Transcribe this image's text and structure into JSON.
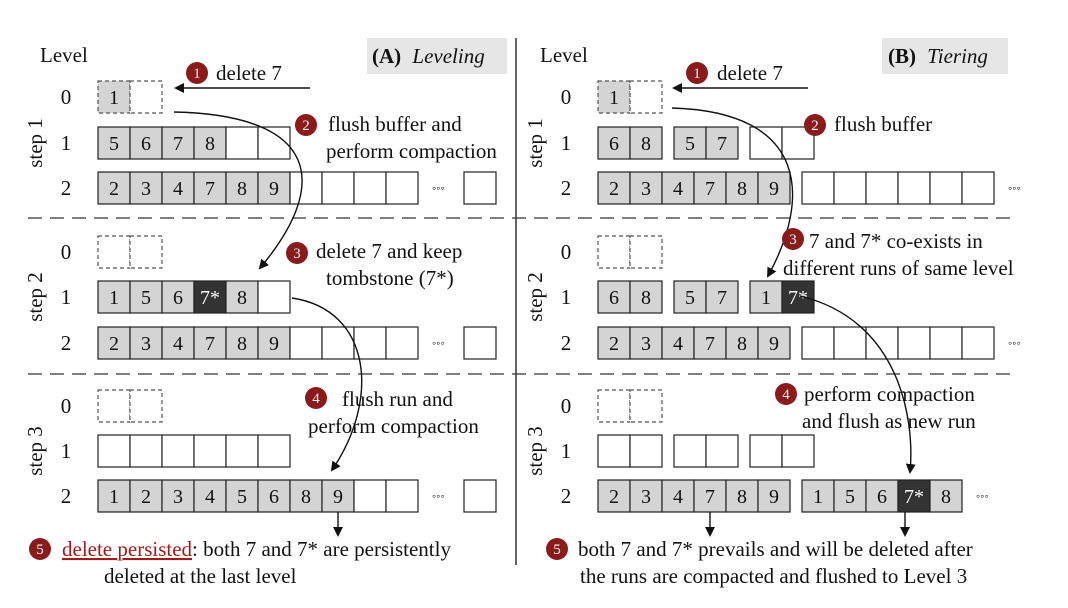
{
  "panels": [
    {
      "id": "A",
      "title_letter": "(A)",
      "title_word": "Leveling",
      "level_header": "Level",
      "steps": [
        {
          "label": "step 1",
          "rows": [
            {
              "level": "0",
              "buffer": true,
              "runs": [
                [
                  "1",
                  ""
                ]
              ]
            },
            {
              "level": "1",
              "runs": [
                [
                  "5",
                  "6",
                  "7",
                  "8",
                  "",
                  ""
                ]
              ]
            },
            {
              "level": "2",
              "runs": [
                [
                  "2",
                  "3",
                  "4",
                  "7",
                  "8",
                  "9",
                  "",
                  "",
                  "",
                  ""
                ]
              ],
              "ellipsis": true,
              "tail_cell": true
            }
          ]
        },
        {
          "label": "step 2",
          "rows": [
            {
              "level": "0",
              "buffer": true,
              "runs": [
                [
                  "",
                  ""
                ]
              ]
            },
            {
              "level": "1",
              "runs": [
                [
                  "1",
                  "5",
                  "6",
                  "7*",
                  "8",
                  ""
                ]
              ],
              "dark": [
                "7*"
              ]
            },
            {
              "level": "2",
              "runs": [
                [
                  "2",
                  "3",
                  "4",
                  "7",
                  "8",
                  "9",
                  "",
                  "",
                  "",
                  ""
                ]
              ],
              "ellipsis": true,
              "tail_cell": true
            }
          ]
        },
        {
          "label": "step 3",
          "rows": [
            {
              "level": "0",
              "buffer": true,
              "runs": [
                [
                  "",
                  ""
                ]
              ]
            },
            {
              "level": "1",
              "runs": [
                [
                  "",
                  "",
                  "",
                  "",
                  "",
                  ""
                ]
              ]
            },
            {
              "level": "2",
              "runs": [
                [
                  "1",
                  "2",
                  "3",
                  "4",
                  "5",
                  "6",
                  "8",
                  "9",
                  "",
                  ""
                ]
              ],
              "ellipsis": true,
              "tail_cell": true
            }
          ]
        }
      ],
      "annotations": [
        {
          "num": "1",
          "lines": [
            "delete 7"
          ]
        },
        {
          "num": "2",
          "lines": [
            "flush buffer and",
            "perform compaction"
          ]
        },
        {
          "num": "3",
          "lines": [
            "delete 7 and keep",
            "tombstone (7*)"
          ]
        },
        {
          "num": "4",
          "lines": [
            "flush run and",
            "perform compaction"
          ]
        },
        {
          "num": "5",
          "highlight": "delete persisted",
          "lines": [
            ": both 7 and 7* are persistently",
            "deleted at the last level"
          ]
        }
      ]
    },
    {
      "id": "B",
      "title_letter": "(B)",
      "title_word": "Tiering",
      "level_header": "Level",
      "steps": [
        {
          "label": "step 1",
          "rows": [
            {
              "level": "0",
              "buffer": true,
              "runs": [
                [
                  "1",
                  ""
                ]
              ]
            },
            {
              "level": "1",
              "runs": [
                [
                  "6",
                  "8"
                ],
                [
                  "5",
                  "7"
                ],
                [
                  "",
                  ""
                ]
              ]
            },
            {
              "level": "2",
              "runs": [
                [
                  "2",
                  "3",
                  "4",
                  "7",
                  "8",
                  "9"
                ],
                [
                  "",
                  "",
                  "",
                  "",
                  "",
                  ""
                ]
              ],
              "ellipsis": true
            }
          ]
        },
        {
          "label": "step 2",
          "rows": [
            {
              "level": "0",
              "buffer": true,
              "runs": [
                [
                  "",
                  ""
                ]
              ]
            },
            {
              "level": "1",
              "runs": [
                [
                  "6",
                  "8"
                ],
                [
                  "5",
                  "7"
                ],
                [
                  "1",
                  "7*"
                ]
              ],
              "dark": [
                "7*"
              ]
            },
            {
              "level": "2",
              "runs": [
                [
                  "2",
                  "3",
                  "4",
                  "7",
                  "8",
                  "9"
                ],
                [
                  "",
                  "",
                  "",
                  "",
                  "",
                  ""
                ]
              ],
              "ellipsis": true
            }
          ]
        },
        {
          "label": "step 3",
          "rows": [
            {
              "level": "0",
              "buffer": true,
              "runs": [
                [
                  "",
                  ""
                ]
              ]
            },
            {
              "level": "1",
              "runs": [
                [
                  "",
                  ""
                ],
                [
                  "",
                  ""
                ],
                [
                  "",
                  ""
                ]
              ]
            },
            {
              "level": "2",
              "runs": [
                [
                  "2",
                  "3",
                  "4",
                  "7",
                  "8",
                  "9"
                ],
                [
                  "1",
                  "5",
                  "6",
                  "7*",
                  "8"
                ]
              ],
              "ellipsis": true,
              "dark": [
                "7*"
              ]
            }
          ]
        }
      ],
      "annotations": [
        {
          "num": "1",
          "lines": [
            "delete 7"
          ]
        },
        {
          "num": "2",
          "lines": [
            "flush buffer"
          ]
        },
        {
          "num": "3",
          "lines": [
            "7 and 7* co-exists in",
            "different runs of same level"
          ]
        },
        {
          "num": "4",
          "lines": [
            "perform compaction",
            "and flush as new run"
          ]
        },
        {
          "num": "5",
          "lines": [
            "both 7 and 7* prevails and will be deleted after",
            "the runs are compacted and flushed to Level 3"
          ]
        }
      ]
    }
  ],
  "ellipsis_glyph": "◦◦◦",
  "colors": {
    "filled": "#d4d4d4",
    "dark": "#333333",
    "badge": "#8b1a1a",
    "highlight": "#a11a1a",
    "title_bg": "#e6e6e6"
  }
}
